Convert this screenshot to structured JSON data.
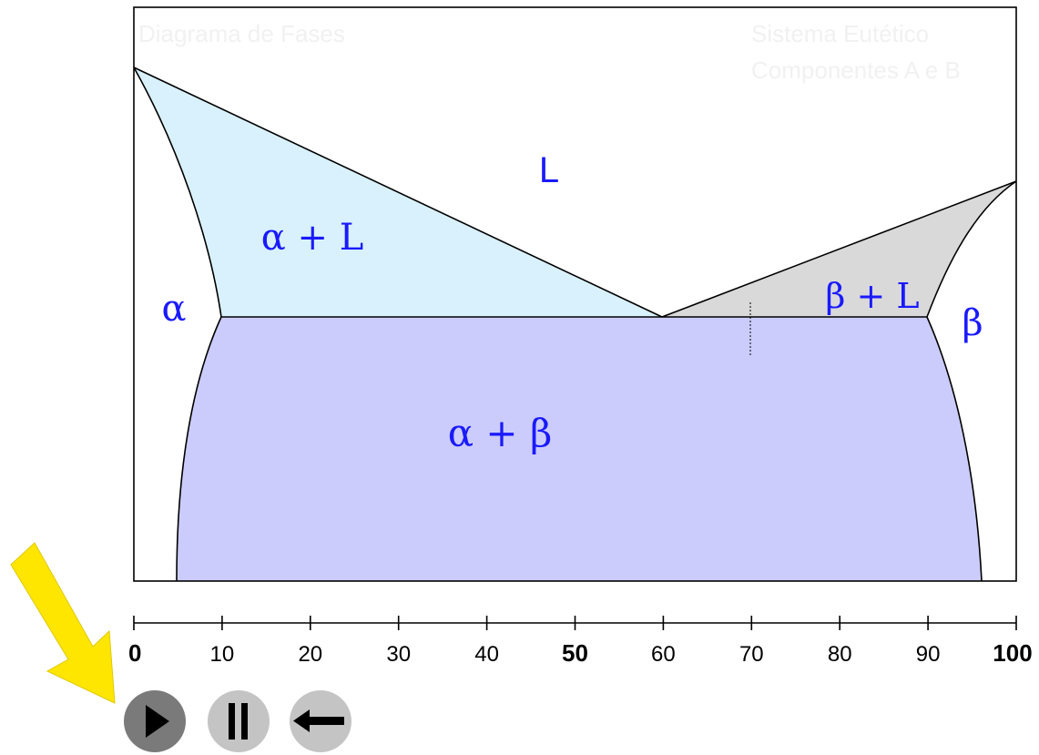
{
  "header": {
    "title_left": "Diagrama de Fases",
    "title_right_line1": "Sistema Eutético",
    "title_right_line2": "Componentes A e B"
  },
  "phase_labels": {
    "liquid": "L",
    "alpha_liquid": "α + L",
    "beta_liquid": "β + L",
    "alpha": "α",
    "beta": "β",
    "alpha_beta": "α + β"
  },
  "composition_axis": {
    "ticks": [
      0,
      10,
      20,
      30,
      40,
      50,
      60,
      70,
      80,
      90,
      100
    ],
    "tick_labels": [
      "0",
      "10",
      "20",
      "30",
      "40",
      "50",
      "60",
      "70",
      "80",
      "90",
      "100"
    ],
    "bold_labels": [
      "0",
      "50",
      "100"
    ],
    "marker_composition": 70
  },
  "colors": {
    "alpha_liquid_region": "#d9f1fc",
    "beta_liquid_region": "#d9d9d9",
    "alpha_beta_region": "#ccccfc",
    "phase_label": "#1a1aff",
    "arrow": "#ffe600",
    "play_button_bg": "#7a7a7a",
    "other_button_bg": "#c4c4c4"
  },
  "controls": {
    "play": "play-icon",
    "pause": "pause-icon",
    "back": "back-arrow-icon"
  }
}
